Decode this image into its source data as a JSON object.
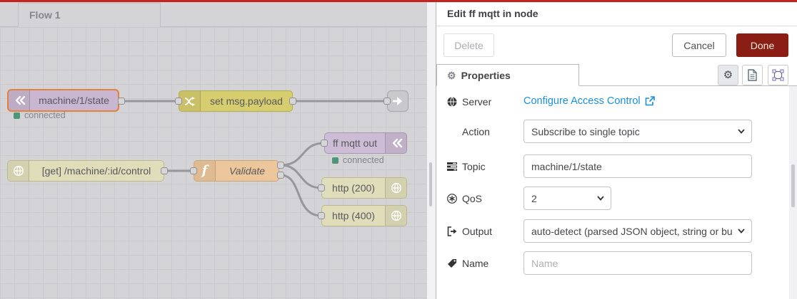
{
  "colors": {
    "top_bar": "#c2251e",
    "done_button": "#8a1e15",
    "link_blue": "#1b8fd9",
    "status_green": "#4e9679",
    "selected_node_border": "#e0813f",
    "mqtt_node": "#c9b7d1",
    "change_node": "#d6cd6e",
    "function_node": "#edc79c",
    "http_node": "#e0ddba"
  },
  "canvas": {
    "tab": "Flow 1",
    "nodes": {
      "mqtt_in": {
        "label": "machine/1/state",
        "status": "connected"
      },
      "change": {
        "label": "set msg.payload"
      },
      "link_out": {
        "icon": "link-out-arrow"
      },
      "http_in": {
        "label": "[get] /machine/:id/control"
      },
      "function": {
        "label": "Validate"
      },
      "mqtt_out": {
        "label": "ff mqtt out",
        "status": "connected"
      },
      "http_200": {
        "label": "http (200)"
      },
      "http_400": {
        "label": "http (400)"
      }
    }
  },
  "tray": {
    "title": "Edit ff mqtt in node",
    "buttons": {
      "delete": "Delete",
      "cancel": "Cancel",
      "done": "Done"
    },
    "tab_label": "Properties",
    "fields": {
      "server": {
        "label": "Server",
        "value": "Configure Access Control"
      },
      "action": {
        "label": "Action",
        "value": "Subscribe to single topic"
      },
      "topic": {
        "label": "Topic",
        "value": "machine/1/state"
      },
      "qos": {
        "label": "QoS",
        "value": "2"
      },
      "output": {
        "label": "Output",
        "value": "auto-detect (parsed JSON object, string or buffer)"
      },
      "name": {
        "label": "Name",
        "placeholder": "Name"
      }
    }
  }
}
